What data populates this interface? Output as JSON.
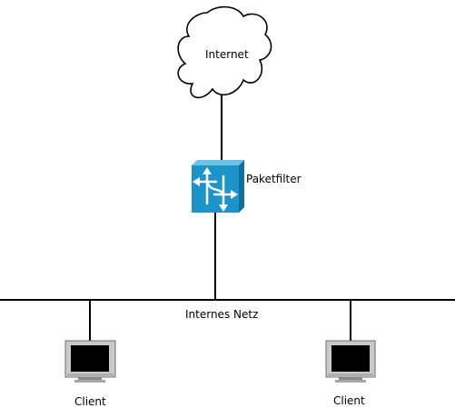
{
  "diagram": {
    "cloud": {
      "label": "Internet"
    },
    "router": {
      "label": "Paketfilter",
      "color": "#1B95C9",
      "side_color": "#0F6E9B"
    },
    "network": {
      "label": "Internes Netz"
    },
    "clients": [
      {
        "label": "Client",
        "icon": "monitor-icon"
      },
      {
        "label": "Client",
        "icon": "monitor-icon"
      }
    ]
  }
}
